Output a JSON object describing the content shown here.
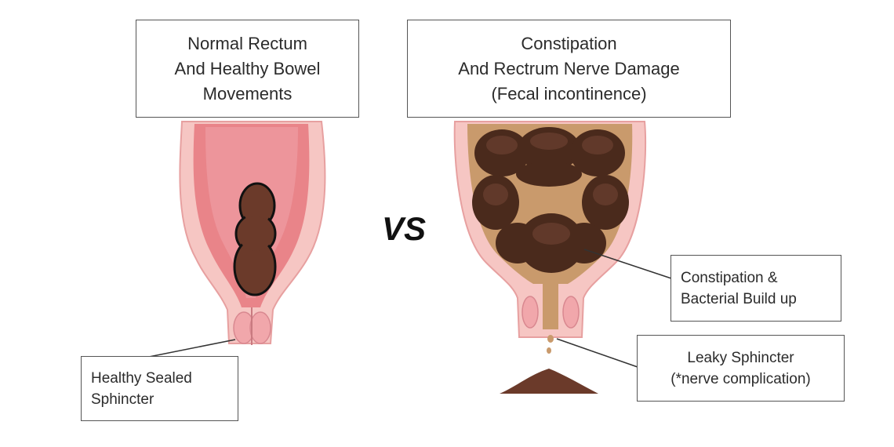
{
  "titles": {
    "left": [
      "Normal Rectum",
      "And Healthy Bowel",
      "Movements"
    ],
    "right": [
      "Constipation",
      "And Rectrum Nerve Damage",
      "(Fecal incontinence)"
    ]
  },
  "vs": "VS",
  "labels": {
    "healthy": [
      "Healthy Sealed",
      "Sphincter"
    ],
    "constipation": [
      "Constipation &",
      "Bacterial Build up"
    ],
    "leaky": [
      "Leaky Sphincter",
      "(*nerve complication)"
    ]
  },
  "colors": {
    "rectum_wall": "#f2b5b5",
    "rectum_inner": "#e98489",
    "stool": "#6b3a2a",
    "stool_dark": "#3f2418",
    "sphincter": "#f1a7ab"
  }
}
